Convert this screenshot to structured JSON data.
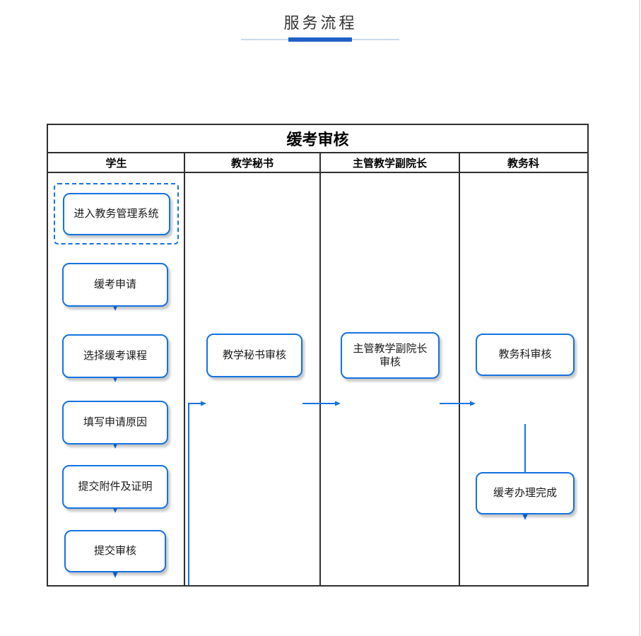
{
  "page": {
    "title": "服务流程"
  },
  "colors": {
    "accent_blue": "#1472e0",
    "underline_blue": "#1e5fc4",
    "table_line": "#2f2f2f"
  },
  "flowchart": {
    "title": "缓考审核",
    "lanes": [
      "学生",
      "教学秘书",
      "主管教学副院长",
      "教务科"
    ],
    "nodes": [
      {
        "id": "enter-system",
        "lane": "学生",
        "label": "进入教务管理系统",
        "highlighted": true
      },
      {
        "id": "deferred-exam-apply",
        "lane": "学生",
        "label": "缓考申请"
      },
      {
        "id": "select-deferred-courses",
        "lane": "学生",
        "label": "选择缓考课程"
      },
      {
        "id": "fill-apply-reason",
        "lane": "学生",
        "label": "填写申请原因"
      },
      {
        "id": "submit-attachments",
        "lane": "学生",
        "label": "提交附件及证明"
      },
      {
        "id": "submit-review",
        "lane": "学生",
        "label": "提交审核"
      },
      {
        "id": "secretary-review",
        "lane": "教学秘书",
        "label": "教学秘书审核"
      },
      {
        "id": "vice-dean-review",
        "lane": "主管教学副院长",
        "label": "主管教学副院长审核"
      },
      {
        "id": "academic-office-review",
        "lane": "教务科",
        "label": "教务科审核"
      },
      {
        "id": "process-complete",
        "lane": "教务科",
        "label": "缓考办理完成"
      }
    ],
    "edges": [
      {
        "from": "enter-system",
        "to": "deferred-exam-apply"
      },
      {
        "from": "deferred-exam-apply",
        "to": "select-deferred-courses"
      },
      {
        "from": "select-deferred-courses",
        "to": "fill-apply-reason"
      },
      {
        "from": "fill-apply-reason",
        "to": "submit-attachments"
      },
      {
        "from": "submit-attachments",
        "to": "submit-review"
      },
      {
        "from": "submit-review",
        "to": "secretary-review"
      },
      {
        "from": "secretary-review",
        "to": "vice-dean-review"
      },
      {
        "from": "vice-dean-review",
        "to": "academic-office-review"
      },
      {
        "from": "academic-office-review",
        "to": "process-complete"
      }
    ]
  }
}
